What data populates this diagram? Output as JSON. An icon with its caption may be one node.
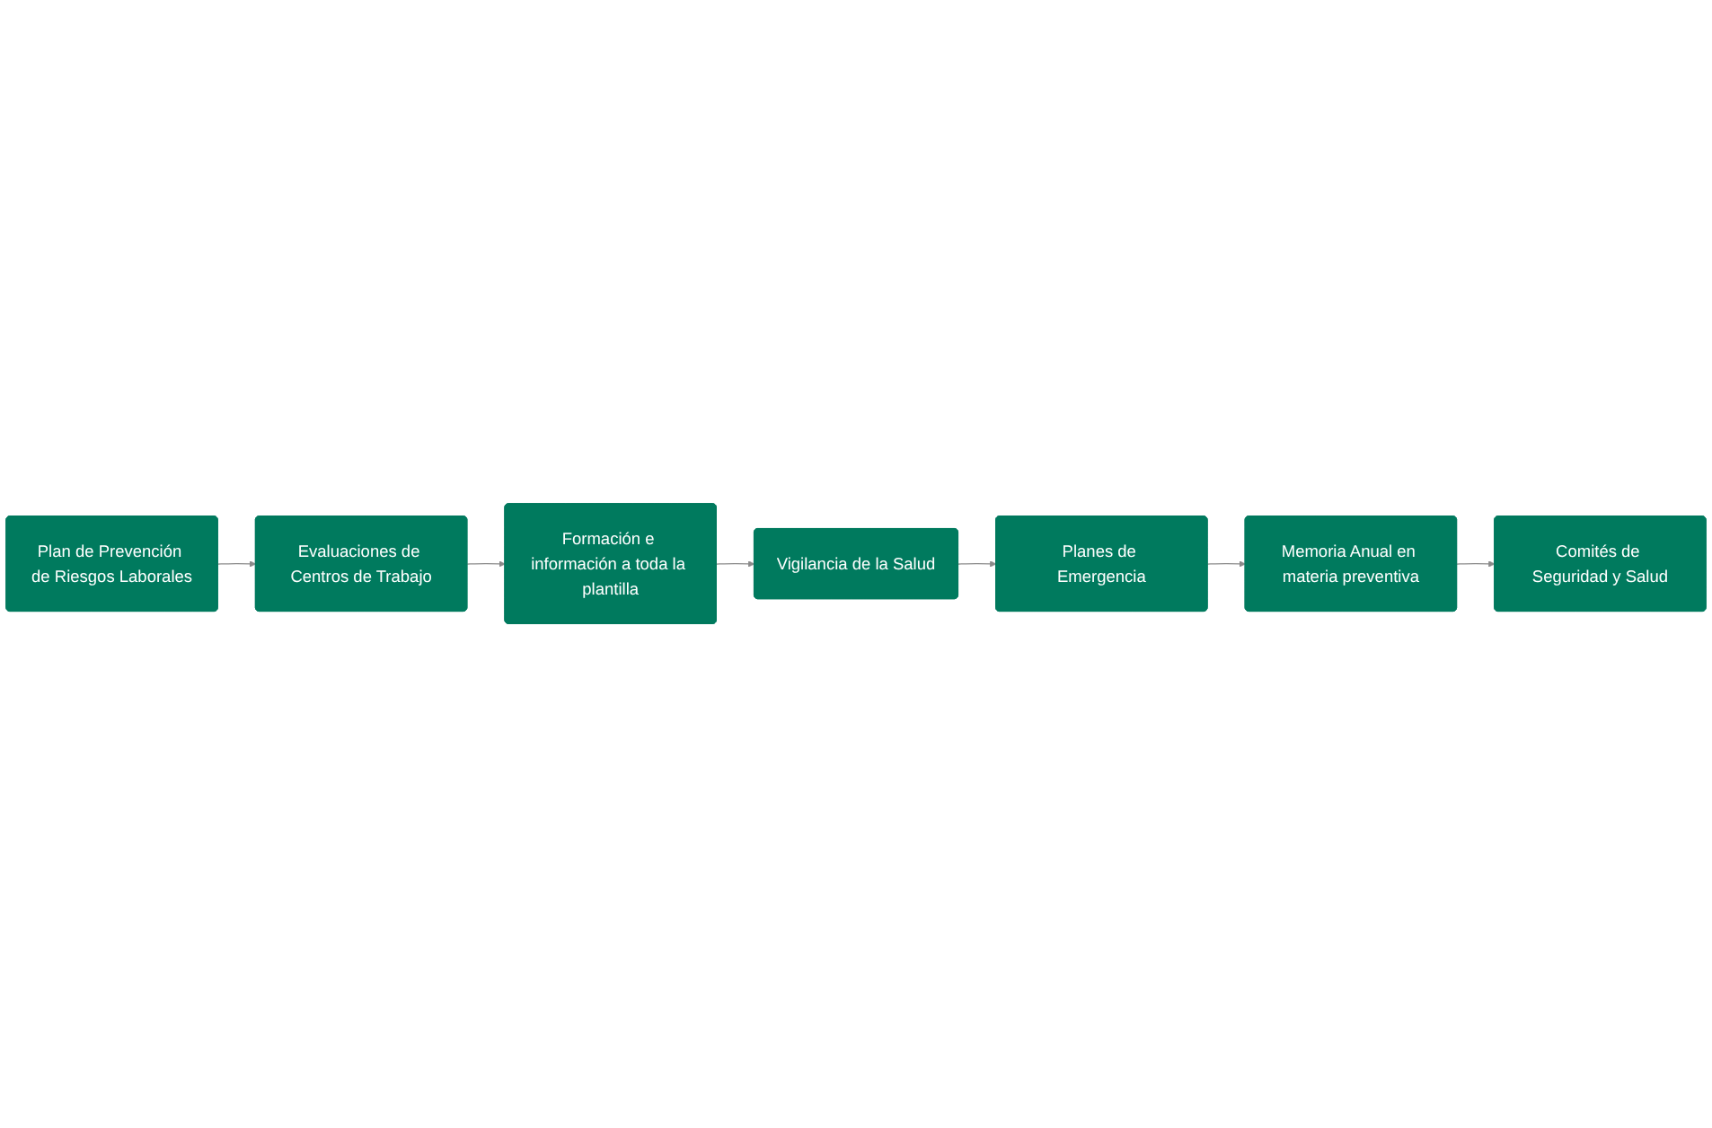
{
  "diagram": {
    "nodes": [
      {
        "text": [
          "Plan de Prevención de Riesgos Laborales"
        ]
      },
      {
        "text": [
          "Evaluaciones de Centros de Trabajo"
        ]
      },
      {
        "text": [
          "Formación e información a toda la plantilla"
        ]
      },
      {
        "text": [
          "Vigilancia de la Salud"
        ]
      },
      {
        "text": [
          "Planes de Emergencia"
        ]
      },
      {
        "text": [
          "Memoria Anual en materia preventiva"
        ]
      },
      {
        "text": [
          "Comités de Seguridad y Salud"
        ]
      }
    ],
    "edges": [
      {
        "from": 0,
        "to": 1,
        "arrow": "to"
      },
      {
        "from": 1,
        "to": 2,
        "arrow": "to"
      },
      {
        "from": 2,
        "to": 3,
        "arrow": "to"
      },
      {
        "from": 3,
        "to": 4,
        "arrow": "to"
      },
      {
        "from": 4,
        "to": 5,
        "arrow": "to"
      },
      {
        "from": 5,
        "to": 6,
        "arrow": "to"
      }
    ]
  }
}
